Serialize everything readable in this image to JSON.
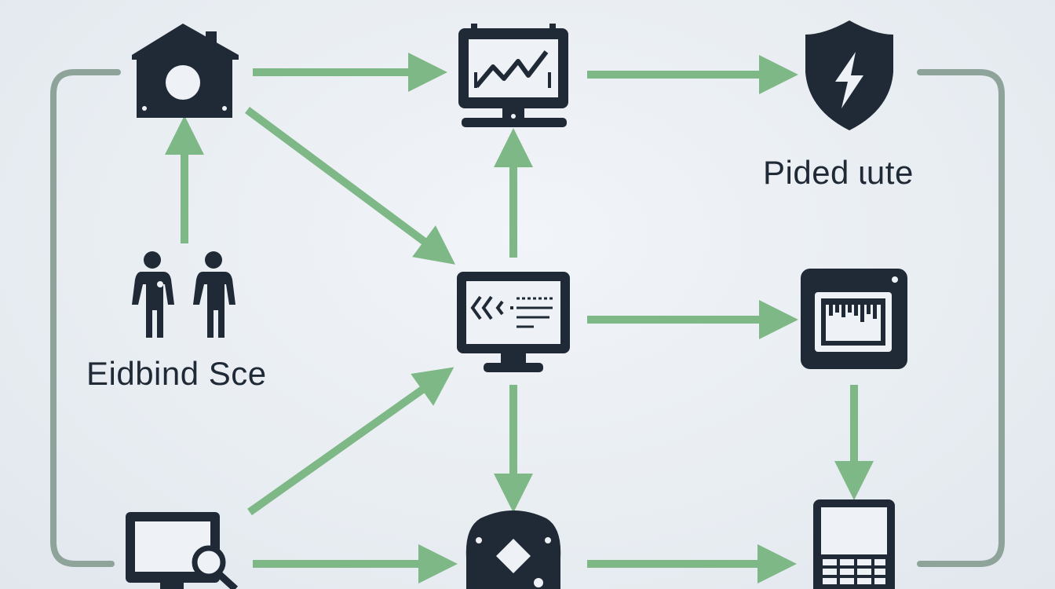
{
  "colors": {
    "background": "#e9eef3",
    "arrow": "#7fb887",
    "loop_line": "#8ea49a",
    "icon": "#1f2a36"
  },
  "nodes": [
    {
      "id": "home",
      "icon": "home-icon"
    },
    {
      "id": "people",
      "icon": "people-icon"
    },
    {
      "id": "chart-monitor",
      "icon": "chart-monitor-icon"
    },
    {
      "id": "code-monitor",
      "icon": "code-monitor-icon"
    },
    {
      "id": "shield",
      "icon": "shield-lightning-icon"
    },
    {
      "id": "chip",
      "icon": "chip-panel-icon"
    },
    {
      "id": "search-monitor",
      "icon": "search-monitor-icon"
    },
    {
      "id": "robot",
      "icon": "robot-diamond-icon"
    },
    {
      "id": "phone",
      "icon": "phone-keypad-icon"
    }
  ],
  "labels": {
    "left": "Eidbind Sce",
    "top_right": "Pided ɩute"
  }
}
